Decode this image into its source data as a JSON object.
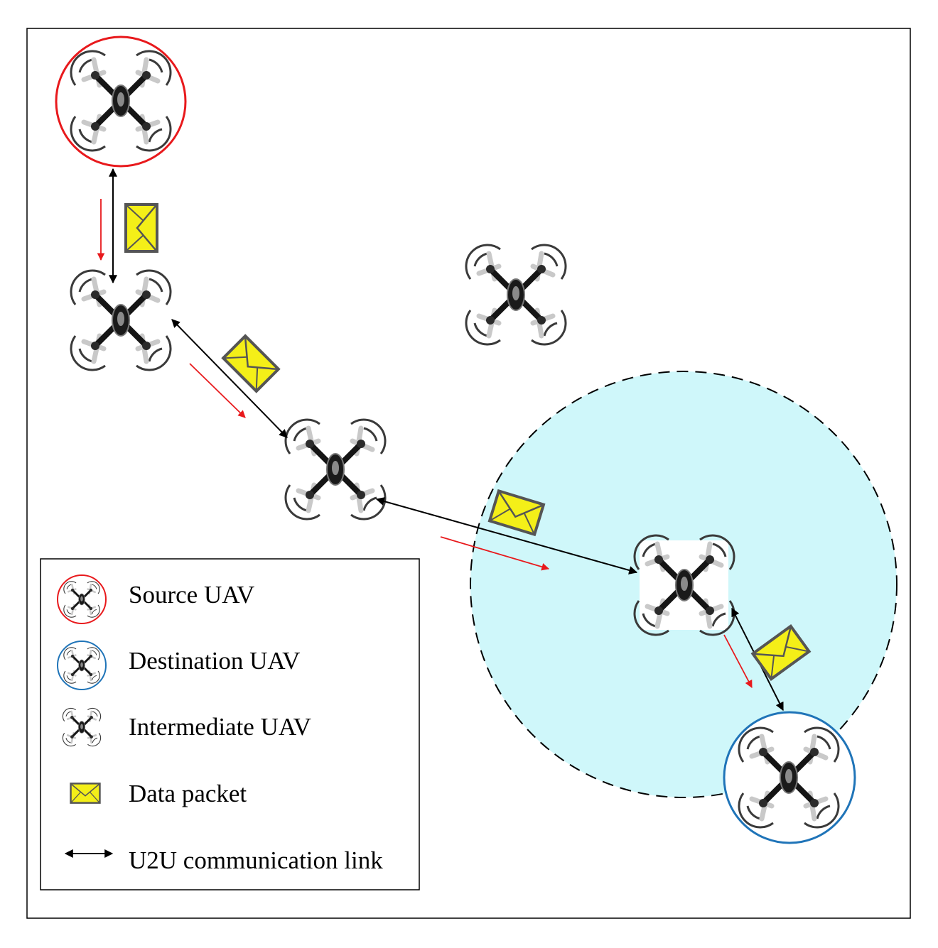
{
  "legend": {
    "source": "Source UAV",
    "destination": "Destination UAV",
    "intermediate": "Intermediate UAV",
    "packet": "Data packet",
    "link": "U2U communication link"
  },
  "colors": {
    "source_ring": "#e8191c",
    "destination_ring": "#1f74b8",
    "coverage_fill": "#cff7fa",
    "packet_fill": "#f4ef18",
    "packet_border": "#555555",
    "forward_arrow": "#e8191c",
    "link_arrow": "#000000"
  },
  "icons": {
    "uav": "quadcopter-drone-icon",
    "packet": "envelope-icon",
    "link": "double-headed-arrow-icon"
  }
}
